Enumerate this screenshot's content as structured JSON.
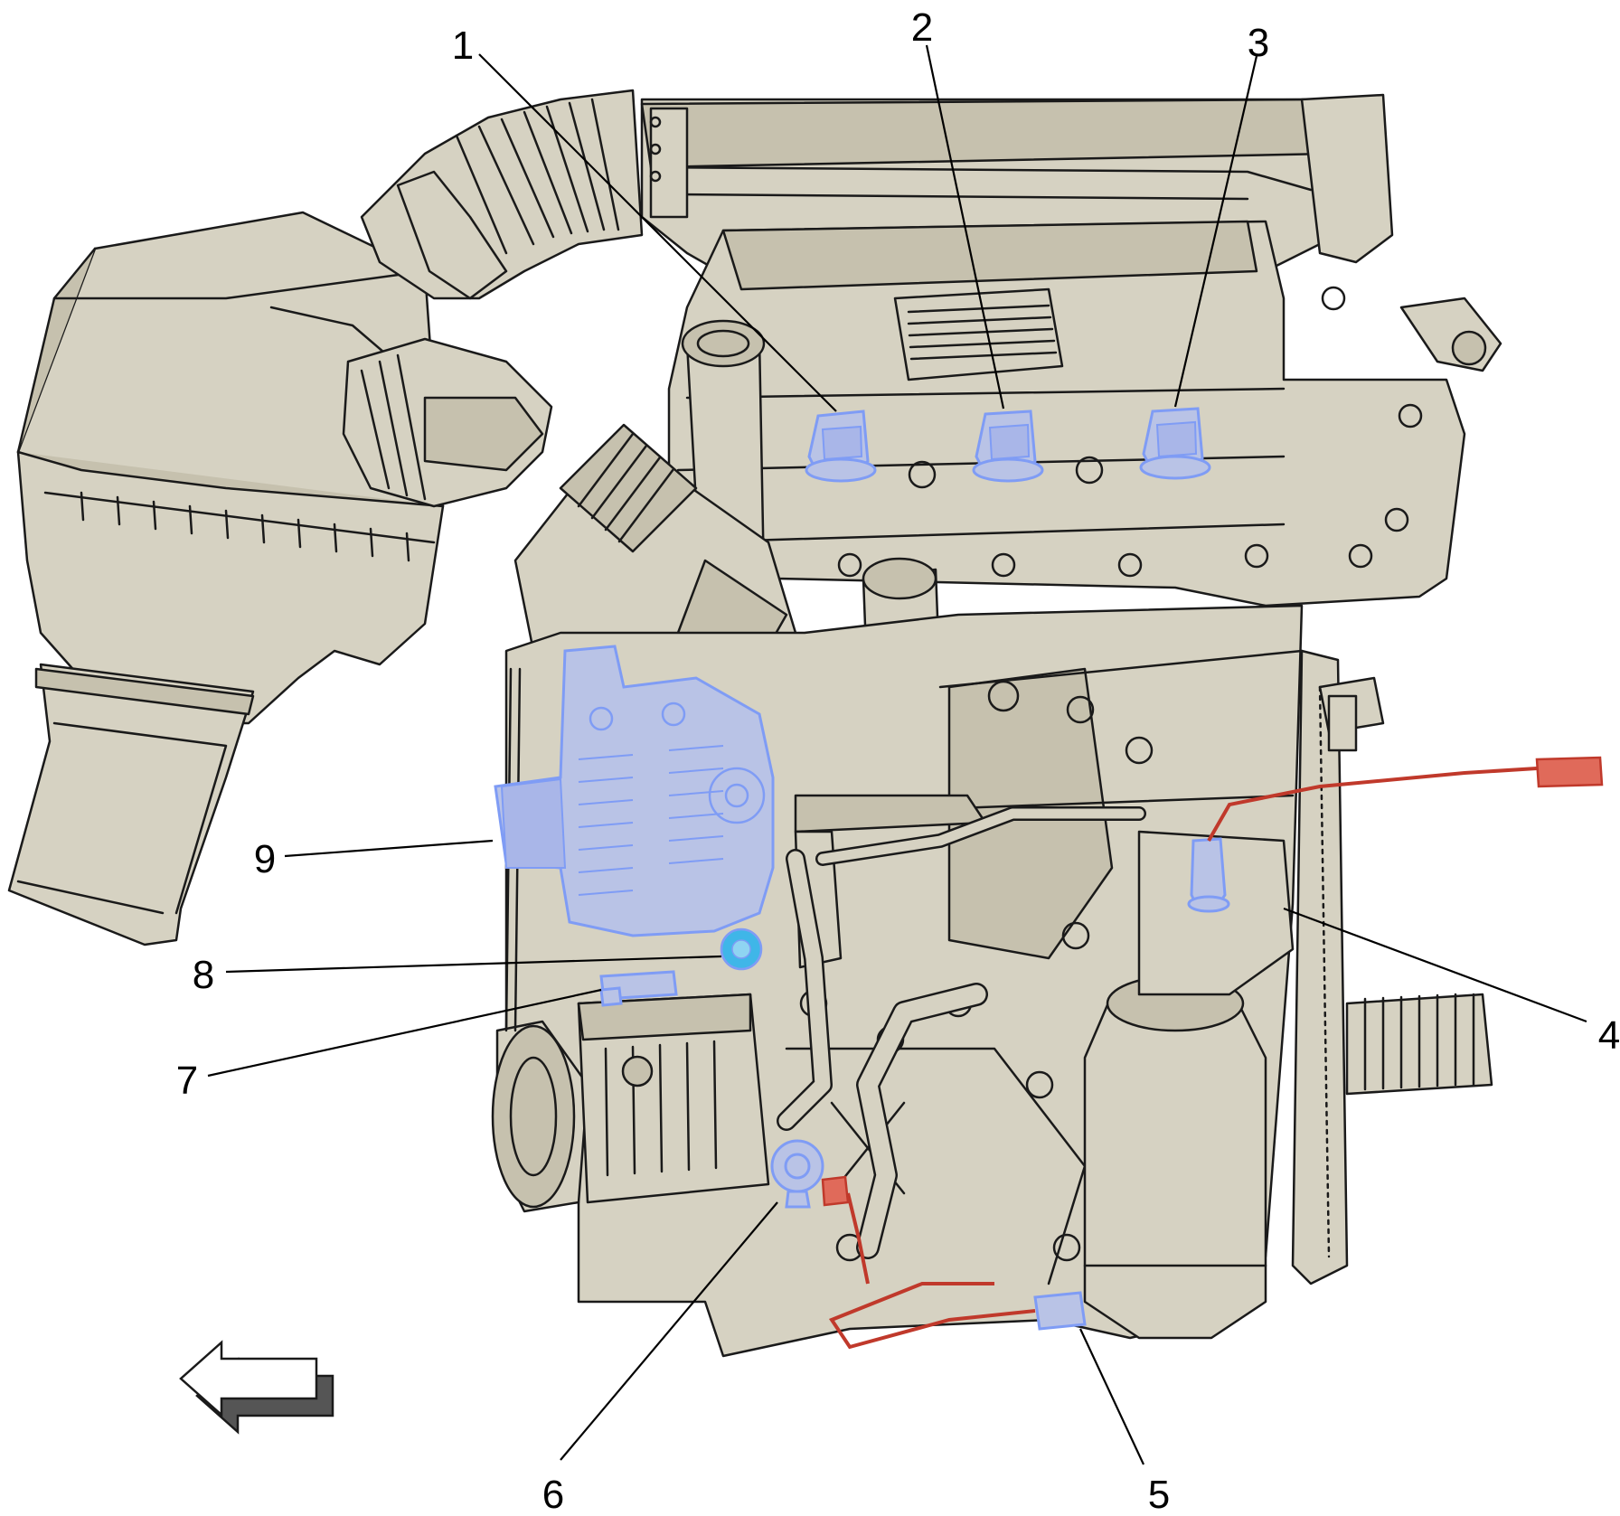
{
  "diagram": {
    "colors": {
      "engine_fill": "#d6d2c2",
      "engine_shade": "#c6c1ae",
      "outline": "#1a1a1a",
      "component_highlight": "#7f9cf5",
      "component_fill": "#b9c3e6",
      "sensor_fill": "#3fb6e8",
      "wire_harness": "#c0392b",
      "background": "#ffffff"
    },
    "callouts": [
      {
        "id": "1",
        "label": "1"
      },
      {
        "id": "2",
        "label": "2"
      },
      {
        "id": "3",
        "label": "3"
      },
      {
        "id": "4",
        "label": "4"
      },
      {
        "id": "5",
        "label": "5"
      },
      {
        "id": "6",
        "label": "6"
      },
      {
        "id": "7",
        "label": "7"
      },
      {
        "id": "8",
        "label": "8"
      },
      {
        "id": "9",
        "label": "9"
      }
    ],
    "direction_arrow": {
      "icon": "left-arrow-icon"
    }
  }
}
